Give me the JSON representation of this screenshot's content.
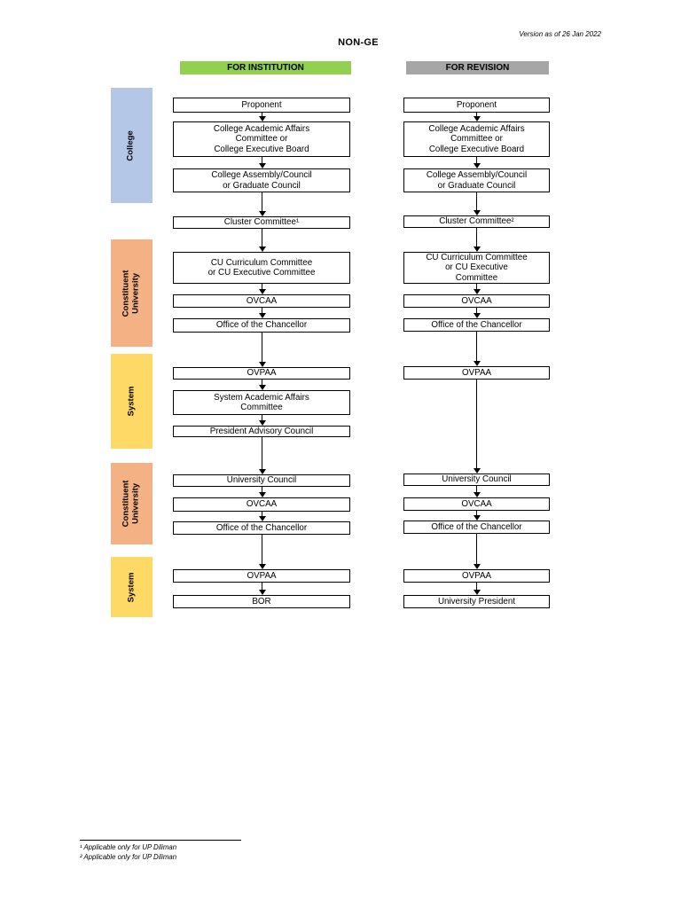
{
  "meta": {
    "version_note": "Version as of 26 Jan 2022",
    "title": "NON-GE"
  },
  "headers": {
    "institution": "FOR INSTITUTION",
    "revision": "FOR REVISION"
  },
  "colors": {
    "institution_header": "#92d050",
    "revision_header": "#a6a6a6",
    "college": "#b4c7e7",
    "constituent_university": "#f4b183",
    "system": "#ffd966"
  },
  "sidebar": [
    {
      "text": "College"
    },
    {
      "text": "Constituent\nUniversity"
    },
    {
      "text": "System"
    },
    {
      "text": "Constituent\nUniversity"
    },
    {
      "text": "System"
    }
  ],
  "flow": {
    "institution": [
      "Proponent",
      "College Academic Affairs\nCommittee or\nCollege Executive Board",
      "College Assembly/Council\nor Graduate Council",
      "Cluster Committee¹",
      "CU Curriculum Committee\nor CU Executive Committee",
      "OVCAA",
      "Office of the Chancellor",
      "OVPAA",
      "System Academic Affairs\nCommittee",
      "President Advisory Council",
      "University Council",
      "OVCAA",
      "Office of the Chancellor",
      "OVPAA",
      "BOR"
    ],
    "revision": [
      "Proponent",
      "College Academic Affairs\nCommittee or\nCollege Executive Board",
      "College Assembly/Council\nor Graduate Council",
      "Cluster Committee²",
      "CU Curriculum Committee\nor CU Executive\nCommittee",
      "OVCAA",
      "Office of the Chancellor",
      "OVPAA",
      "University Council",
      "OVCAA",
      "Office of the Chancellor",
      "OVPAA",
      "University President"
    ]
  },
  "footnotes": [
    "¹ Applicable only for UP Diliman",
    "² Applicable only for UP Diliman"
  ]
}
